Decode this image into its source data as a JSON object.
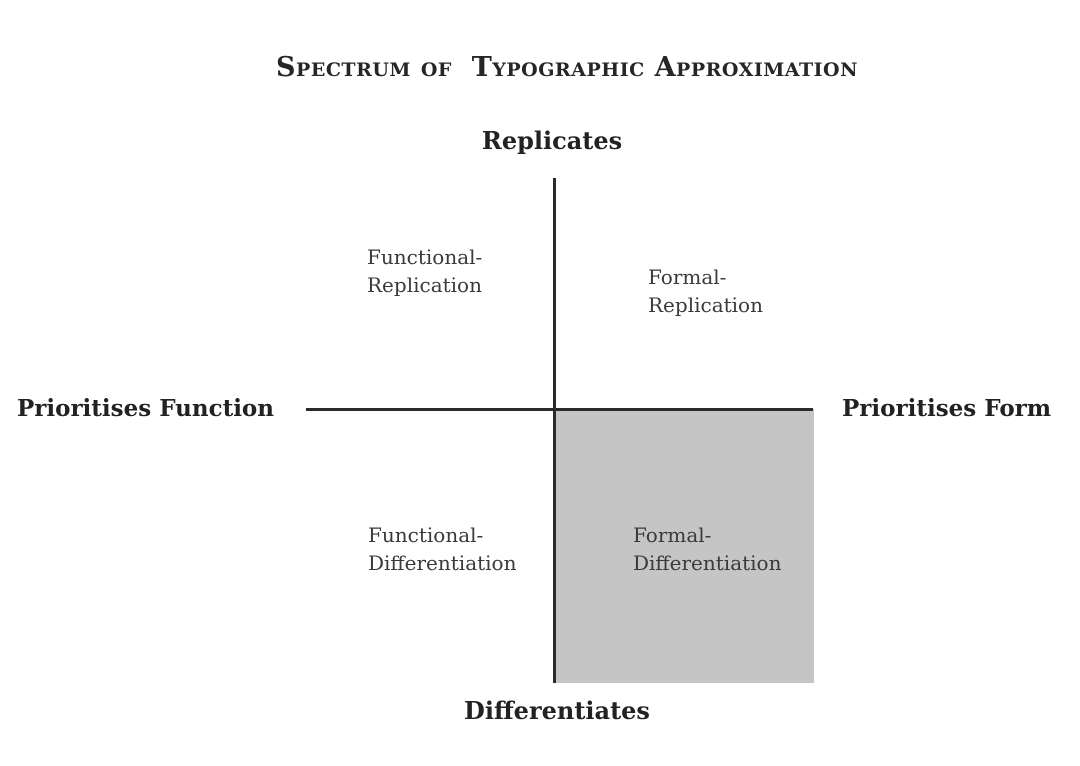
{
  "title": "Spectrum of  Typographic Approximation",
  "axes": {
    "top": "Replicates",
    "bottom": "Differentiates",
    "left": "Prioritises Function",
    "right": "Prioritises Form"
  },
  "quadrants": {
    "top_left": {
      "line1": "Functional-",
      "line2": "Replication"
    },
    "top_right": {
      "line1": "Formal-",
      "line2": "Replication"
    },
    "bottom_left": {
      "line1": "Functional-",
      "line2": "Differentiation"
    },
    "bottom_right": {
      "line1": "Formal-",
      "line2": "Differentiation"
    }
  },
  "colors": {
    "background": "#ffffff",
    "axis_line": "#2b2b2b",
    "highlight_quadrant_fill": "#c5c5c5",
    "text_primary": "#222222",
    "text_secondary": "#3a3a3a"
  }
}
